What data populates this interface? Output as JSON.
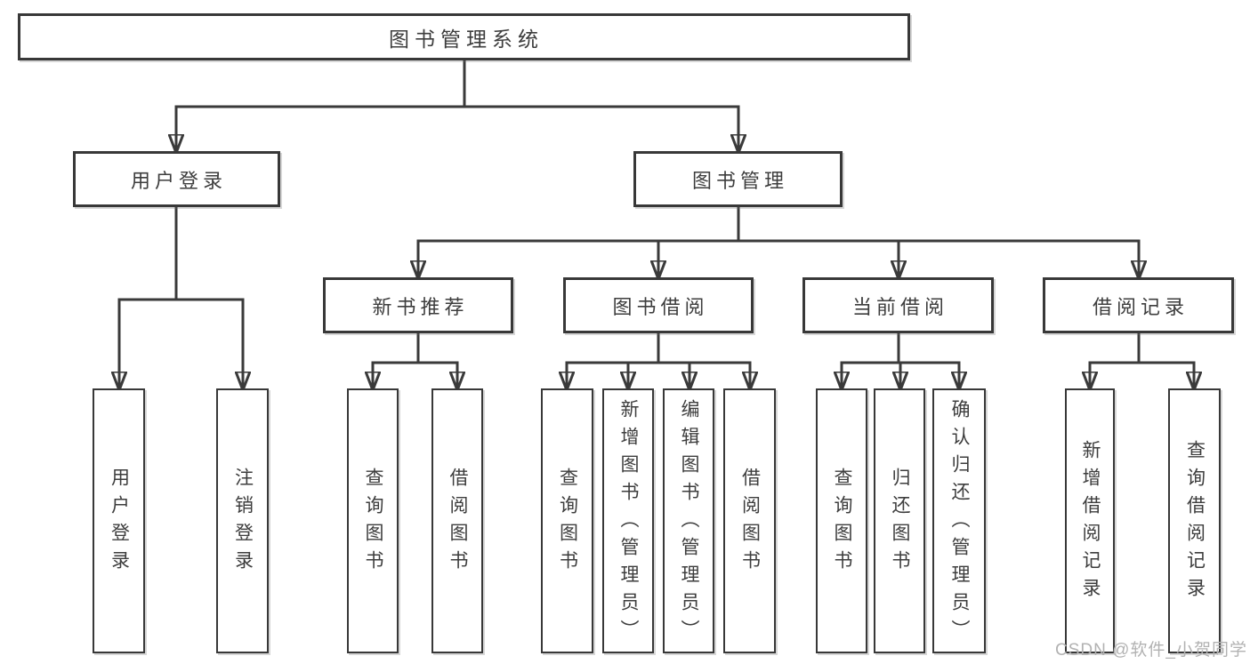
{
  "tree": {
    "label": "图书管理系统",
    "children": [
      {
        "label": "用户登录",
        "children": [
          {
            "label": "用户登录"
          },
          {
            "label": "注销登录"
          }
        ]
      },
      {
        "label": "图书管理",
        "children": [
          {
            "label": "新书推荐",
            "children": [
              {
                "label": "查询图书"
              },
              {
                "label": "借阅图书"
              }
            ]
          },
          {
            "label": "图书借阅",
            "children": [
              {
                "label": "查询图书"
              },
              {
                "label": "新增图书（管理员）"
              },
              {
                "label": "编辑图书（管理员）"
              },
              {
                "label": "借阅图书"
              }
            ]
          },
          {
            "label": "当前借阅",
            "children": [
              {
                "label": "查询图书"
              },
              {
                "label": "归还图书"
              },
              {
                "label": "确认归还（管理员）"
              }
            ]
          },
          {
            "label": "借阅记录",
            "children": [
              {
                "label": "新增借阅记录"
              },
              {
                "label": "查询借阅记录"
              }
            ]
          }
        ]
      }
    ]
  },
  "watermark": {
    "text": "CSDN @软件_小贺同学"
  },
  "colors": {
    "line": "#3a3a3a",
    "border": "#383838",
    "text": "#3d3d3d",
    "watermark": "#b2b2b2",
    "background": "#ffffff"
  }
}
